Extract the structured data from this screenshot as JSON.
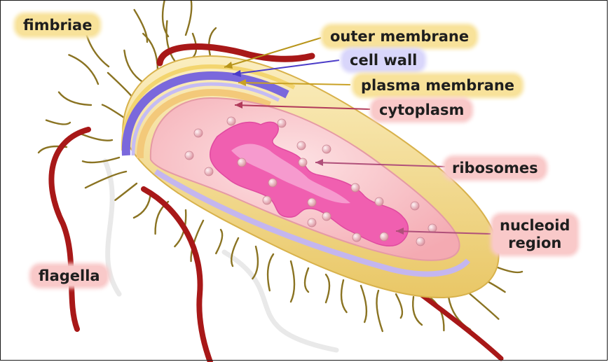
{
  "labels": {
    "fimbriae": "fimbriae",
    "outer_membrane": "outer membrane",
    "cell_wall": "cell wall",
    "plasma_membrane": "plasma membrane",
    "cytoplasm": "cytoplasm",
    "ribosomes": "ribosomes",
    "nucleoid_line1": "nucleoid",
    "nucleoid_line2": "region",
    "flagella": "flagella"
  },
  "colors": {
    "capsule": "#f5dd8e",
    "outer_membrane_line": "#c8a020",
    "cell_wall": "#7060d8",
    "plasma_membrane": "#f3c97a",
    "cytoplasm": "#f7bcc0",
    "nucleoid": "#f05fb0",
    "ribosome": "#e9a9b3",
    "fimbriae": "#8a7322",
    "flagella": "#a81818",
    "label_yellow": "#f8e29a",
    "label_blue": "#d9d6fb",
    "label_pink": "#f9c9c9"
  }
}
